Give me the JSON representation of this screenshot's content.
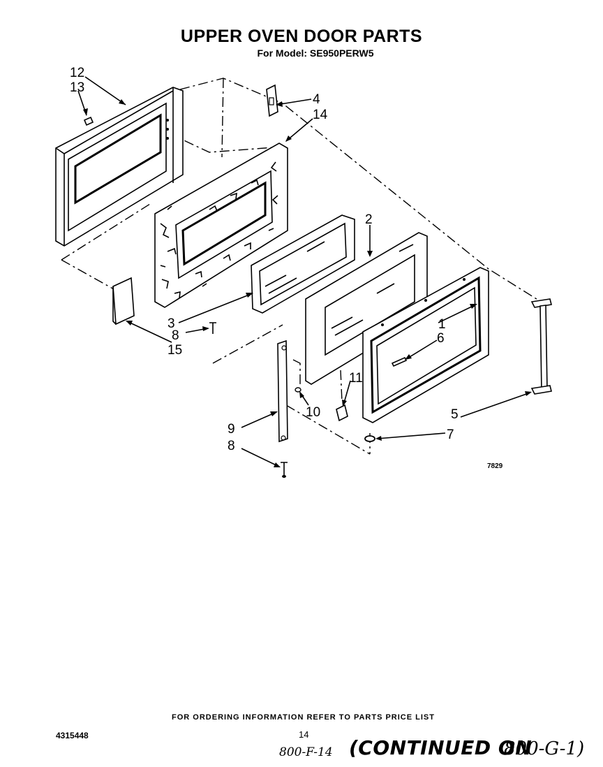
{
  "header": {
    "title": "UPPER OVEN DOOR PARTS",
    "subtitle": "For Model: SE950PERW5"
  },
  "callouts": {
    "c12": "12",
    "c13": "13",
    "c4": "4",
    "c14": "14",
    "c2": "2",
    "c3": "3",
    "c8a": "8",
    "c15": "15",
    "c1": "1",
    "c6": "6",
    "c11": "11",
    "c10": "10",
    "c9": "9",
    "c8b": "8",
    "c5": "5",
    "c7": "7"
  },
  "figure_code": "7829",
  "footer": {
    "note": "FOR ORDERING INFORMATION REFER TO PARTS PRICE LIST",
    "doc_number": "4315448",
    "page_number": "14",
    "handwritten_ref": "800-F-14",
    "continued": "(CONTINUED ON",
    "continued_ref": "800-G-1)"
  }
}
